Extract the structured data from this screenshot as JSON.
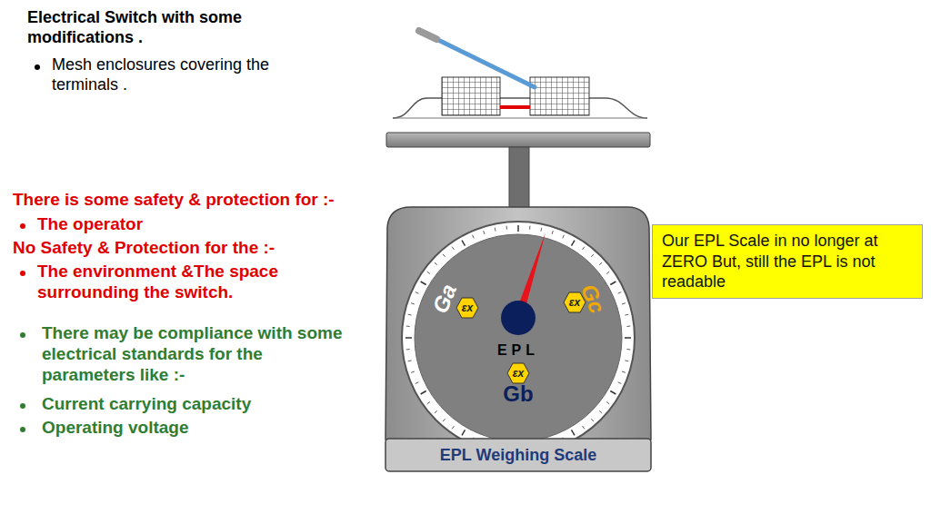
{
  "diagram": {
    "title": "Electrical Switch with some modifications .",
    "nodes": [
      {
        "text": [
          "Our EPL Scale in no longer at ZERO But, still the EPL is not readable"
        ]
      },
      {
        "text": [
          "Ga",
          "Gc",
          "EPL",
          "Gb"
        ]
      },
      {
        "text": [
          "εx"
        ],
        "in": 1
      },
      {
        "text": [
          "εx"
        ],
        "in": 1
      },
      {
        "text": [
          "εx"
        ],
        "in": 1
      },
      {
        "text": [
          "EPL Weighing Scale"
        ]
      }
    ],
    "labels": [
      "Mesh enclosures covering the terminals .",
      "There is some safety & protection for :-",
      "The operator",
      "No Safety & Protection for the :-",
      "The environment &The space surrounding the switch.",
      "There may be compliance with some electrical standards for the parameters like :-",
      "Current carrying capacity",
      "Operating voltage"
    ]
  }
}
